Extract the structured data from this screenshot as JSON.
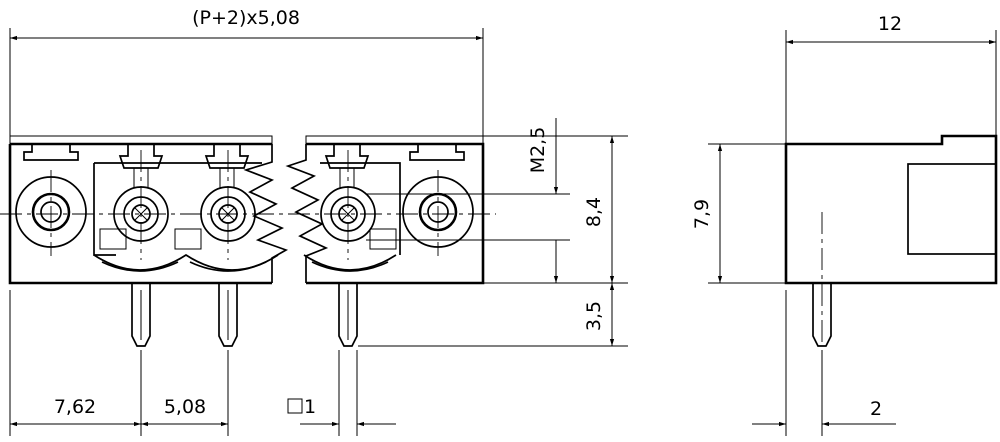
{
  "dimensions": {
    "overall_width": "(P+2)x5,08",
    "depth": "12",
    "thread": "M2,5",
    "pitch_height": "8,4",
    "side_height": "7,9",
    "pin_length": "3,5",
    "edge_offset": "7,62",
    "pitch": "5,08",
    "pin_square": "1",
    "side_offset": "2"
  }
}
